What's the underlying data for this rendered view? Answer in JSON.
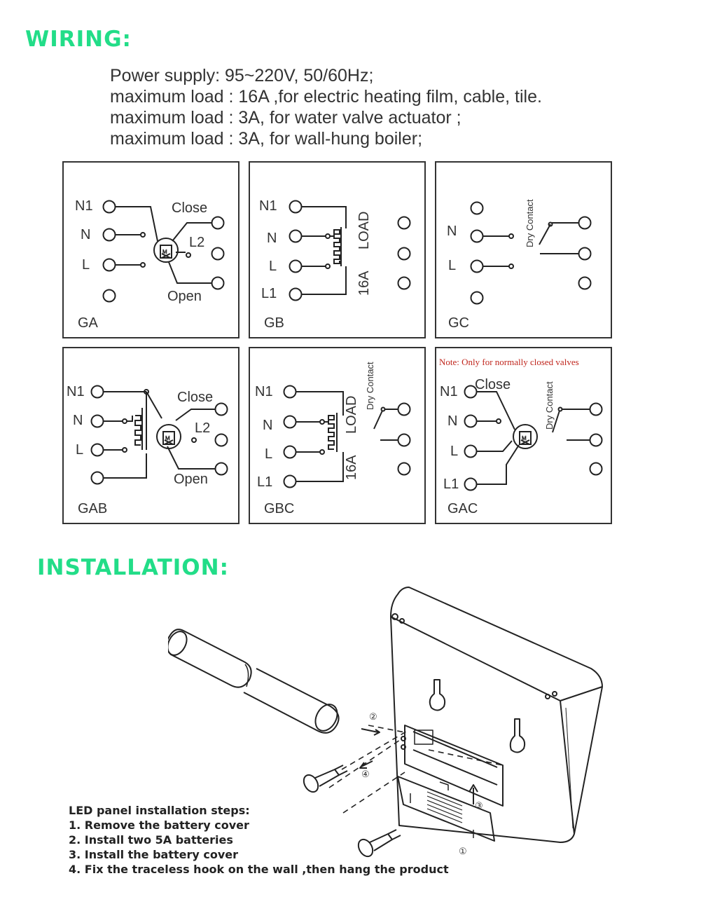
{
  "headings": {
    "wiring": "WIRING:",
    "installation": "INSTALLATION:"
  },
  "specs": [
    "Power supply: 95~220V, 50/60Hz;",
    "maximum load : 16A ,for electric heating film,  cable, tile.",
    "maximum load : 3A,  for water valve actuator ;",
    "maximum load : 3A,  for wall-hung boiler;"
  ],
  "diagrams": {
    "ga": {
      "id": "GA",
      "n1": "N1",
      "n": "N",
      "l": "L",
      "close": "Close",
      "l2": "L2",
      "open": "Open"
    },
    "gb": {
      "id": "GB",
      "n1": "N1",
      "n": "N",
      "l": "L",
      "l1": "L1",
      "load": "LOAD",
      "amps": "16A"
    },
    "gc": {
      "id": "GC",
      "n": "N",
      "l": "L",
      "dry": "Dry Contact"
    },
    "gab": {
      "id": "GAB",
      "n1": "N1",
      "n": "N",
      "l": "L",
      "close": "Close",
      "l2": "L2",
      "open": "Open"
    },
    "gbc": {
      "id": "GBC",
      "n1": "N1",
      "n": "N",
      "l": "L",
      "l1": "L1",
      "load": "LOAD",
      "amps": "16A",
      "dry": "Dry Contact"
    },
    "gac": {
      "id": "GAC",
      "n1": "N1",
      "n": "N",
      "l": "L",
      "l1": "L1",
      "close": "Close",
      "dry": "Dry Contact",
      "note": "Note: Only for normally closed valves"
    }
  },
  "installation": {
    "step_markers": [
      "①",
      "②",
      "③",
      "④"
    ],
    "steps_title": "LED panel installation steps:",
    "steps": [
      "1. Remove the battery  cover",
      "2. Install two 5A batteries",
      "3. Install the battery cover",
      "4. Fix the traceless hook on the wall ,then hang the product"
    ]
  },
  "colors": {
    "heading": "#22dd88",
    "note": "#c0261d",
    "line": "#222222"
  }
}
